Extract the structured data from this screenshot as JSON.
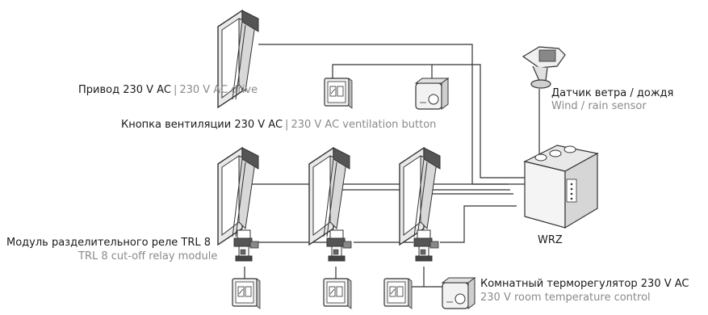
{
  "labels": {
    "drive": {
      "ru": "Привод 230 V AC",
      "sep": "|",
      "en": "230 V AC drive"
    },
    "vent_button": {
      "ru": "Кнопка вентиляции 230 V AC",
      "sep": "|",
      "en": "230 V AC ventilation button"
    },
    "wind_sensor": {
      "ru": "Датчик ветра / дождя",
      "en": "Wind / rain sensor"
    },
    "controller": {
      "name": "WRZ"
    },
    "relay": {
      "ru": "Модуль разделительного реле TRL 8",
      "en": "TRL 8 cut-off relay module"
    },
    "thermostat": {
      "ru": "Комнатный терморегулятор 230 V AC",
      "en": "230 V room temperature control"
    }
  },
  "colors": {
    "line": "#333333",
    "text": "#1a1a1a",
    "secondary": "#8a8a8a",
    "device_fill": "#f2f2f2"
  }
}
